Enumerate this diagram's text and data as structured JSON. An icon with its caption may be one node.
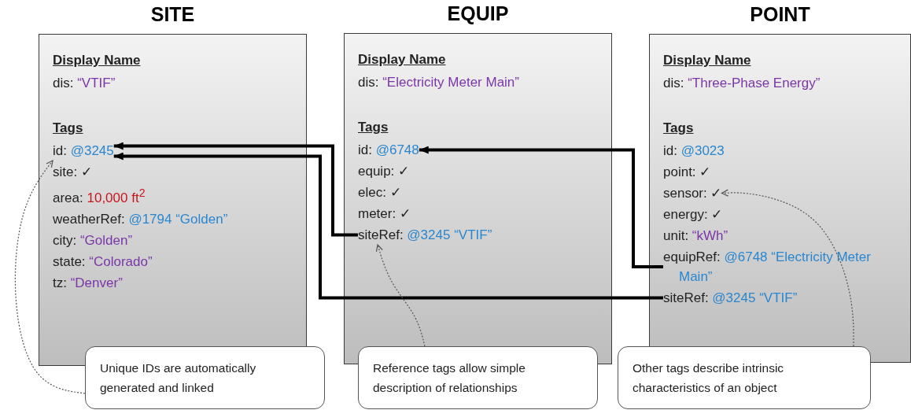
{
  "diagram": {
    "nodes": [
      {
        "text": [
          "SITE",
          "Display Name",
          "Tags"
        ]
      },
      {
        "text": [
          "dis:",
          "“VTIF”"
        ],
        "in": 0
      },
      {
        "text": [
          "id:",
          "@3245"
        ],
        "in": 0
      },
      {
        "text": [
          "site:",
          "✓"
        ],
        "in": 0
      },
      {
        "text": [
          "area:",
          "10,000 ft$^{2}$"
        ],
        "in": 0
      },
      {
        "text": [
          "weatherRef:",
          "@1794 “Golden”"
        ],
        "in": 0
      },
      {
        "text": [
          "city:",
          "“Golden”"
        ],
        "in": 0
      },
      {
        "text": [
          "state:",
          "“Colorado”"
        ],
        "in": 0
      },
      {
        "text": [
          "tz:",
          "“Denver”"
        ],
        "in": 0
      },
      {
        "text": [
          "EQUIP",
          "Display Name",
          "Tags"
        ]
      },
      {
        "text": [
          "dis:",
          "“Electricity Meter Main”"
        ],
        "in": 9
      },
      {
        "text": [
          "id:",
          "@6748"
        ],
        "in": 9
      },
      {
        "text": [
          "equip:",
          "✓"
        ],
        "in": 9
      },
      {
        "text": [
          "elec:",
          "✓"
        ],
        "in": 9
      },
      {
        "text": [
          "meter:",
          "✓"
        ],
        "in": 9
      },
      {
        "text": [
          "siteRef:",
          "@3245 “VTIF”"
        ],
        "in": 9
      },
      {
        "text": [
          "POINT",
          "Display Name",
          "Tags"
        ]
      },
      {
        "text": [
          "dis:",
          "“Three-Phase Energy”"
        ],
        "in": 16
      },
      {
        "text": [
          "id:",
          "@3023"
        ],
        "in": 16
      },
      {
        "text": [
          "point:",
          "✓"
        ],
        "in": 16
      },
      {
        "text": [
          "sensor:",
          "✓"
        ],
        "in": 16
      },
      {
        "text": [
          "energy:",
          "✓"
        ],
        "in": 16
      },
      {
        "text": [
          "unit:",
          "“kWh”"
        ],
        "in": 16
      },
      {
        "text": [
          "equipRef:",
          "@6748 “Electricity Meter Main”"
        ],
        "in": 16
      },
      {
        "text": [
          "siteRef:",
          "@3245 “VTIF”"
        ],
        "in": 16
      },
      {
        "text": [
          "Unique IDs are automatically generated and linked"
        ]
      },
      {
        "text": [
          "Reference tags allow simple description of relationships"
        ]
      },
      {
        "text": [
          "Other tags describe intrinsic characteristics of an object"
        ]
      }
    ],
    "edges": [
      {
        "from": 15,
        "to": 2,
        "arrow": "to",
        "style": "thick"
      },
      {
        "from": 24,
        "to": 2,
        "arrow": "to",
        "style": "thick"
      },
      {
        "from": 23,
        "to": 11,
        "arrow": "to",
        "style": "thick"
      },
      {
        "from": 25,
        "to": 2,
        "arrow": "to",
        "style": "dashed"
      },
      {
        "from": 26,
        "to": 15,
        "arrow": "to",
        "style": "dashed"
      },
      {
        "from": 27,
        "to": 20,
        "arrow": "to",
        "style": "dashed"
      }
    ]
  }
}
